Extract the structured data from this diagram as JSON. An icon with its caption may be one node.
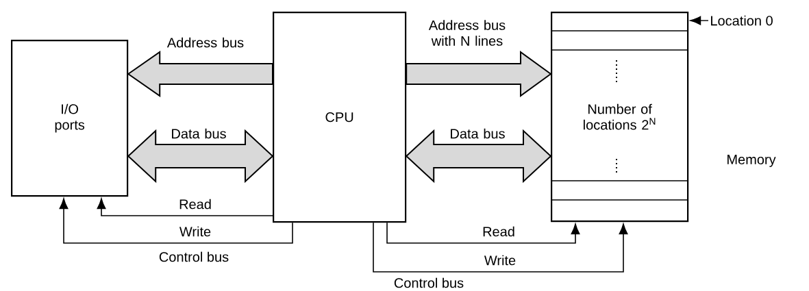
{
  "diagram": {
    "nodes": [
      {
        "text": [
          "I/O ports"
        ]
      },
      {
        "text": [
          "CPU"
        ]
      },
      {
        "text": [
          "Number of locations 2$^{N}$"
        ],
        "beside": [
          "Memory"
        ]
      },
      {
        "text": [
          "Location 0"
        ]
      }
    ],
    "edges": [
      {
        "from": 1,
        "to": 0,
        "arrow": "to",
        "label": "Address bus",
        "style": "thick"
      },
      {
        "from": 0,
        "to": 1,
        "arrow": "both",
        "label": "Data bus",
        "style": "thick"
      },
      {
        "from": 1,
        "to": 2,
        "arrow": "to",
        "label": "Address bus with N lines",
        "style": "thick"
      },
      {
        "from": 1,
        "to": 2,
        "arrow": "both",
        "label": "Data bus",
        "style": "thick"
      },
      {
        "from": 1,
        "to": 0,
        "arrow": "to",
        "label": "Read"
      },
      {
        "from": 1,
        "to": 0,
        "arrow": "to",
        "label": "Write"
      },
      {
        "from": 1,
        "to": 2,
        "arrow": "to",
        "label": "Read"
      },
      {
        "from": 1,
        "to": 2,
        "arrow": "to",
        "label": "Write"
      },
      {
        "from": 3,
        "to": 2,
        "arrow": "to"
      }
    ],
    "labels": [
      "Control bus",
      "Control bus"
    ]
  }
}
